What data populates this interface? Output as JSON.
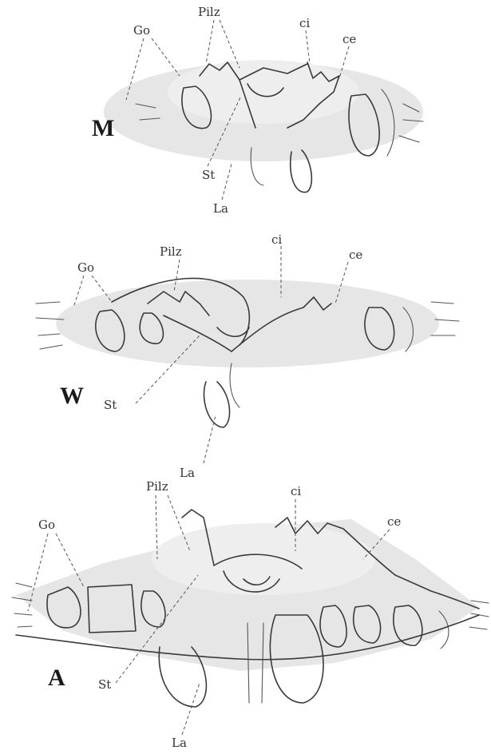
{
  "figures": [
    {
      "letter": "M",
      "labels": {
        "go": "Go",
        "pilz": "Pilz",
        "ci": "ci",
        "ce": "ce",
        "st": "St",
        "la": "La"
      }
    },
    {
      "letter": "W",
      "labels": {
        "go": "Go",
        "pilz": "Pilz",
        "ci": "ci",
        "ce": "ce",
        "st": "St",
        "la": "La"
      }
    },
    {
      "letter": "A",
      "labels": {
        "go": "Go",
        "pilz": "Pilz",
        "ci": "ci",
        "ce": "ce",
        "st": "St",
        "la": "La"
      }
    }
  ]
}
